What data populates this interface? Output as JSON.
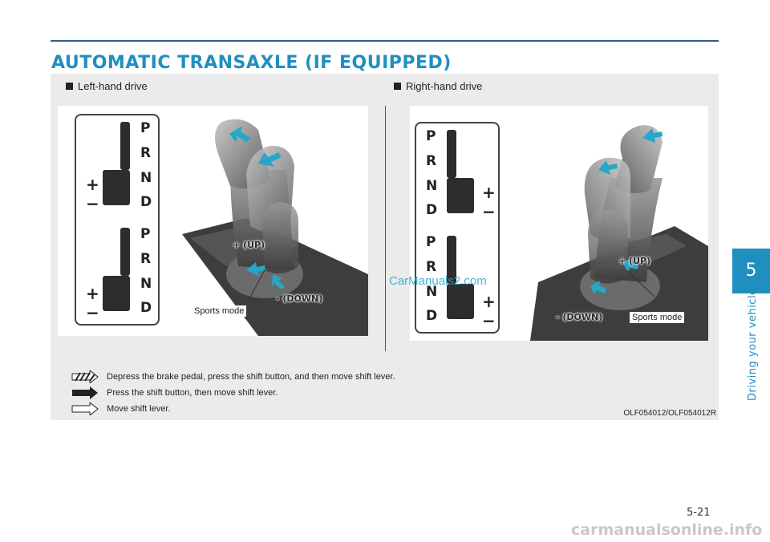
{
  "page": {
    "title": "AUTOMATIC TRANSAXLE (IF EQUIPPED)",
    "page_number": "5-21",
    "side_tab_number": "5",
    "side_tab_label": "Driving your vehicle"
  },
  "figure": {
    "left_panel": {
      "label": "Left-hand drive",
      "gate_letters_top": [
        "P",
        "R",
        "N",
        "D"
      ],
      "gate_letters_bottom": [
        "P",
        "R",
        "N",
        "D"
      ],
      "plus": "+",
      "minus": "−",
      "up_label": "+ (UP)",
      "down_label": "- (DOWN)",
      "sports_mode": "Sports mode"
    },
    "right_panel": {
      "label": "Right-hand drive",
      "gate_letters_top": [
        "P",
        "R",
        "N",
        "D"
      ],
      "gate_letters_bottom": [
        "P",
        "R",
        "N",
        "D"
      ],
      "plus": "+",
      "minus": "−",
      "up_label": "+ (UP)",
      "down_label": "- (DOWN)",
      "sports_mode": "Sports mode"
    },
    "legend": [
      {
        "icon": "hatched-arrow-icon",
        "text": "Depress the brake pedal, press the shift button, and then move shift lever."
      },
      {
        "icon": "solid-arrow-icon",
        "text": "Press the shift button, then move shift lever."
      },
      {
        "icon": "outline-arrow-icon",
        "text": "Move shift lever."
      }
    ],
    "figure_code": "OLF054012/OLF054012R",
    "watermark": "CarManuals2.com"
  },
  "footer_watermark": "carmanualsonline.info",
  "colors": {
    "accent": "#1f8fc0",
    "rule": "#2b5f8f",
    "figure_bg": "#ebebeb",
    "arrow_teal": "#27a6c9"
  }
}
